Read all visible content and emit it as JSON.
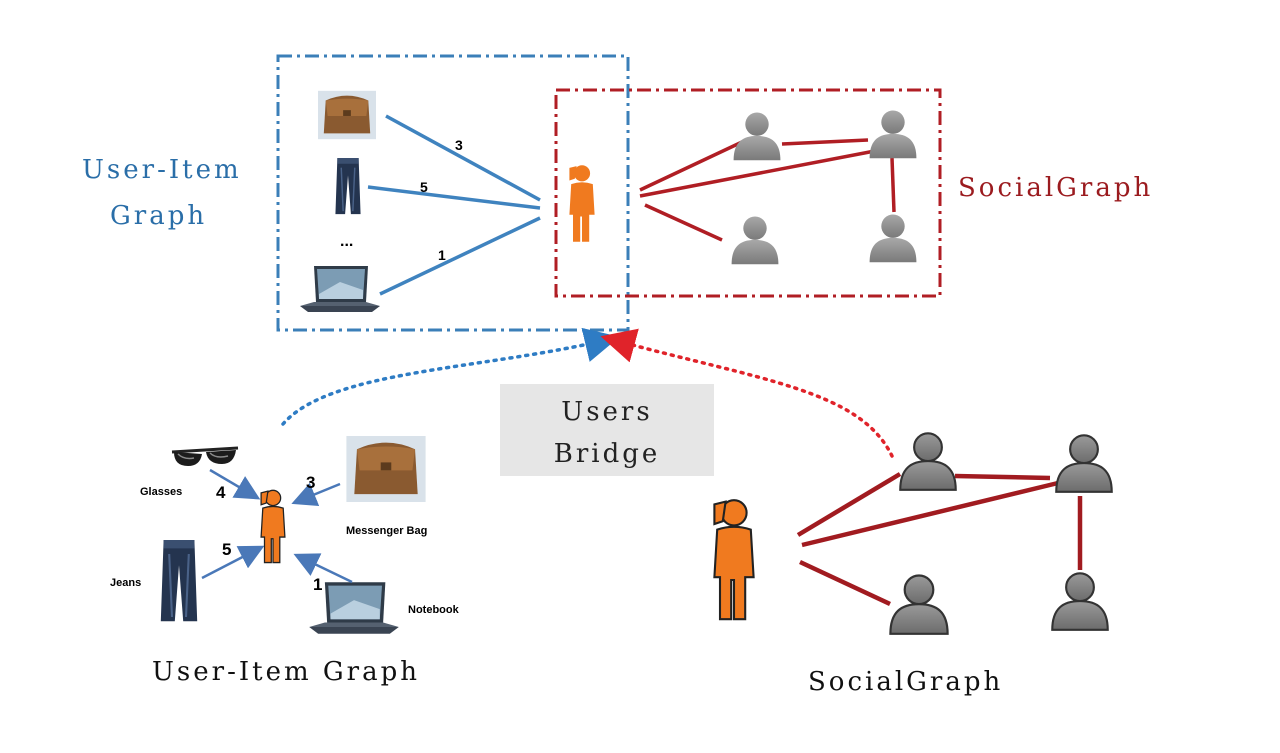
{
  "labels": {
    "top_user_item_graph": [
      "User-Item",
      "Graph"
    ],
    "top_social_graph": "SocialGraph",
    "bridge": [
      "Users",
      "Bridge"
    ],
    "bottom_user_item_graph": "User-Item Graph",
    "bottom_social_graph": "SocialGraph",
    "ellipsis": "..."
  },
  "top_ratings": {
    "bag": "3",
    "jeans": "5",
    "laptop": "1"
  },
  "bottom_items": {
    "glasses": {
      "label": "Glasses",
      "rating": "4"
    },
    "messenger_bag": {
      "label": "Messenger Bag",
      "rating": "3"
    },
    "jeans": {
      "label": "Jeans",
      "rating": "5"
    },
    "notebook": {
      "label": "Notebook",
      "rating": "1"
    }
  },
  "colors": {
    "blue_box": "#3b7fb8",
    "red_box": "#b01e24",
    "blue_text": "#2a6ea8",
    "red_text": "#9b1b1f",
    "blue_edge": "#3f83bf",
    "red_edge": "#b01e24",
    "arrow_blue": "#4a78b8",
    "user_orange": "#f07a1f",
    "friend_gray": "#8c8c8c",
    "bridge_bg": "#e6e6e6"
  }
}
